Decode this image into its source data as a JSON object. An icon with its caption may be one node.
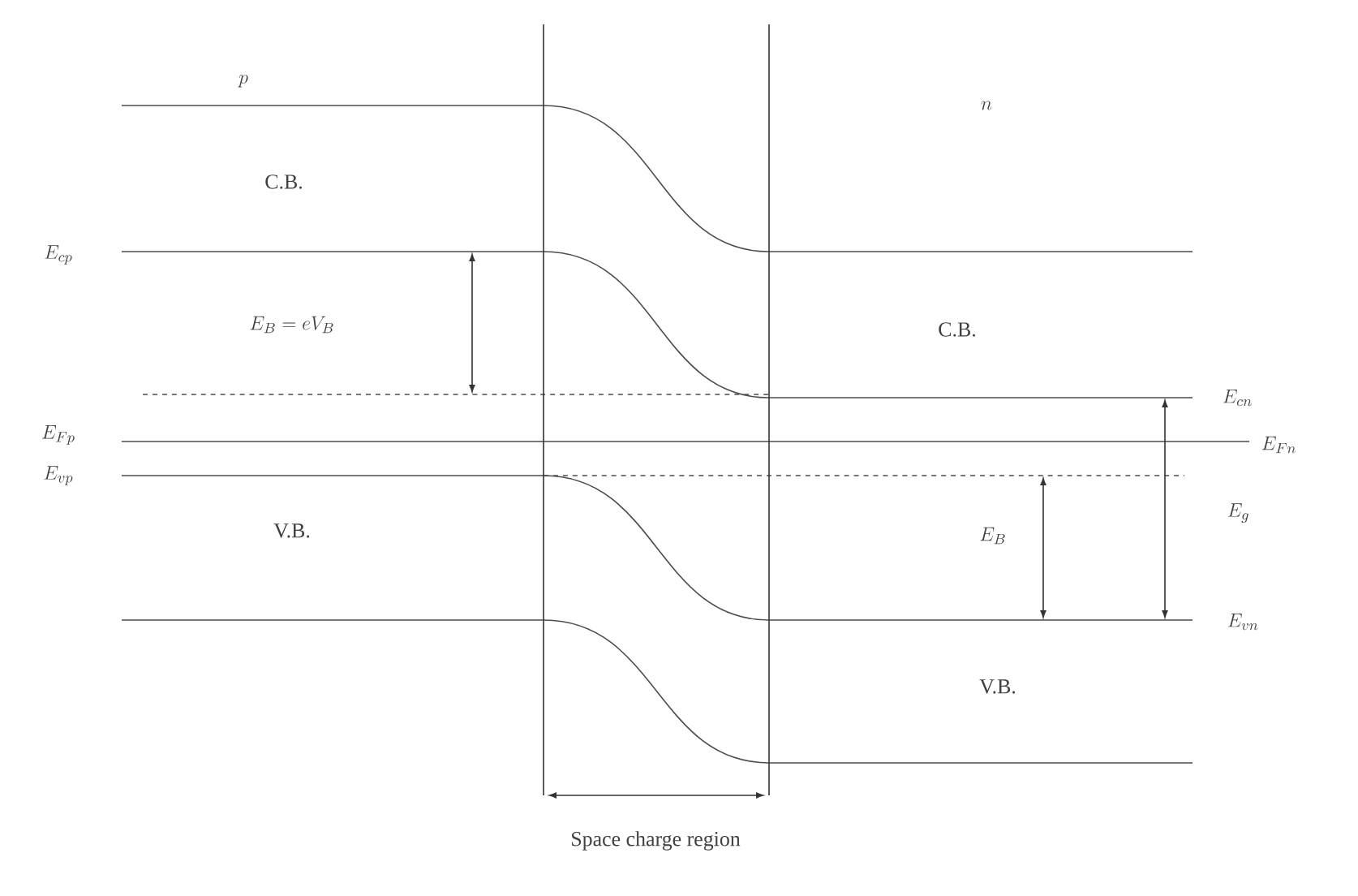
{
  "diagram": {
    "labels": [
      "p",
      "n",
      "C.B.",
      "E_{cp}",
      "E_B = eV_B",
      "C.B.",
      "E_{cn}",
      "E_{Fp}",
      "E_{Fn}",
      "E_{vp}",
      "V.B.",
      "E_g",
      "E_B",
      "E_{vn}",
      "V.B.",
      "Space charge region"
    ]
  }
}
